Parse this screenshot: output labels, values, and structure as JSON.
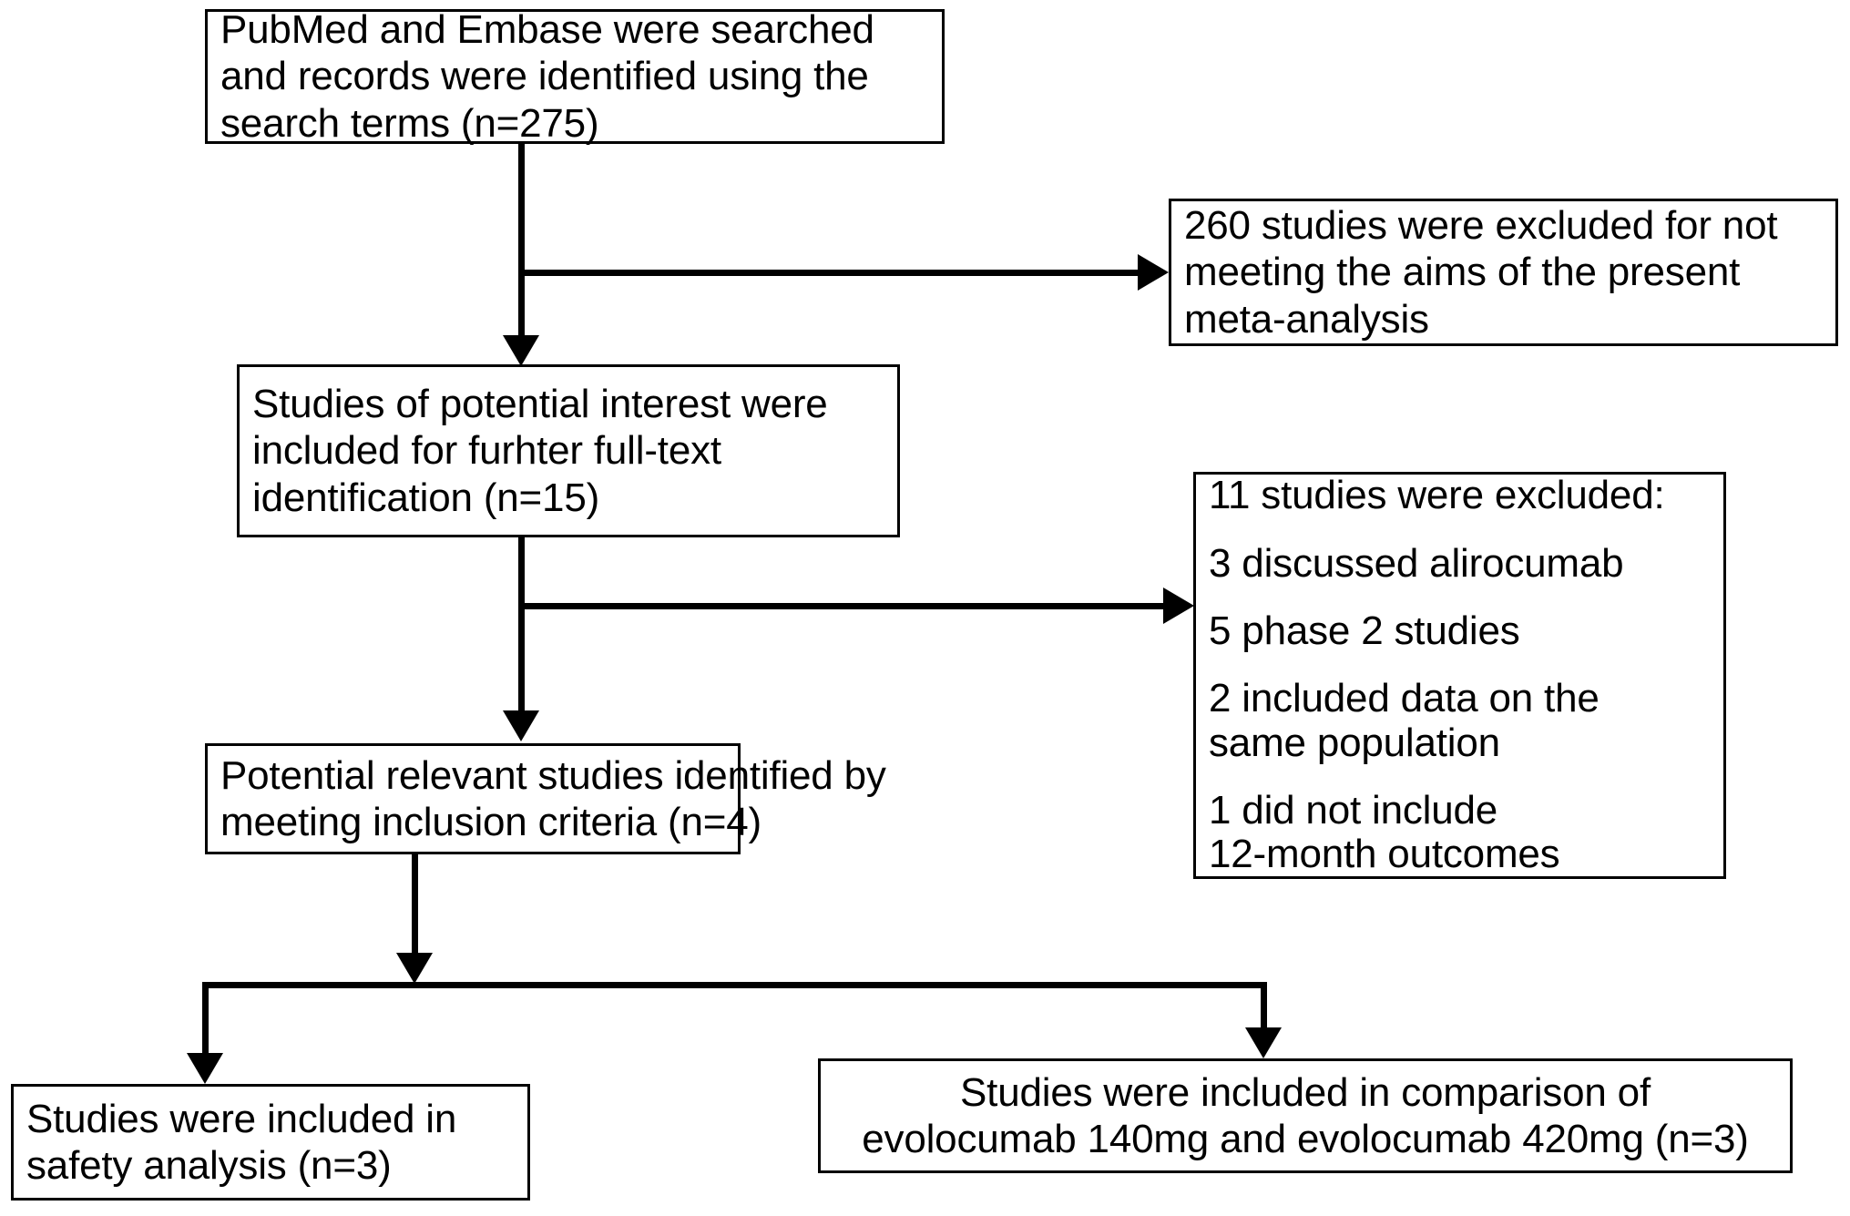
{
  "diagram": {
    "type": "prisma-flow-diagram",
    "line_color": "#000000",
    "box_border_color": "#000000",
    "background_color": "#ffffff",
    "text_color": "#000000",
    "boxes": {
      "records_identified": {
        "lines": [
          "PubMed and Embase were searched",
          "and records were identified using the",
          "search terms (n=275)"
        ],
        "count_label": "n=275",
        "count": 275
      },
      "excluded_first_pass": {
        "lines": [
          "260 studies were excluded for not",
          "meeting the aims of the present",
          "meta-analysis"
        ],
        "count": 260
      },
      "potential_interest": {
        "lines": [
          "Studies of potential interest were",
          "included for furhter full-text",
          "identification (n=15)"
        ],
        "count_label": "n=15",
        "count": 15
      },
      "excluded_second_pass": {
        "heading": "11 studies were excluded:",
        "count": 11,
        "reasons": [
          {
            "lines": [
              "3 discussed alirocumab"
            ],
            "count": 3
          },
          {
            "lines": [
              "5 phase 2 studies"
            ],
            "count": 5
          },
          {
            "lines": [
              "2 included data on the",
              "same population"
            ],
            "count": 2
          },
          {
            "lines": [
              "1 did not include",
              "12-month outcomes"
            ],
            "count": 1
          }
        ]
      },
      "relevant_studies": {
        "lines": [
          "Potential relevant studies identified by",
          "meeting inclusion criteria (n=4)"
        ],
        "count_label": "n=4",
        "count": 4
      },
      "safety_analysis": {
        "lines": [
          "Studies were included in",
          "safety analysis (n=3)"
        ],
        "count_label": "n=3",
        "count": 3
      },
      "dose_comparison": {
        "lines": [
          "Studies were included in comparison of",
          "evolocumab 140mg and evolocumab 420mg (n=3)"
        ],
        "count_label": "n=3",
        "count": 3
      }
    }
  }
}
